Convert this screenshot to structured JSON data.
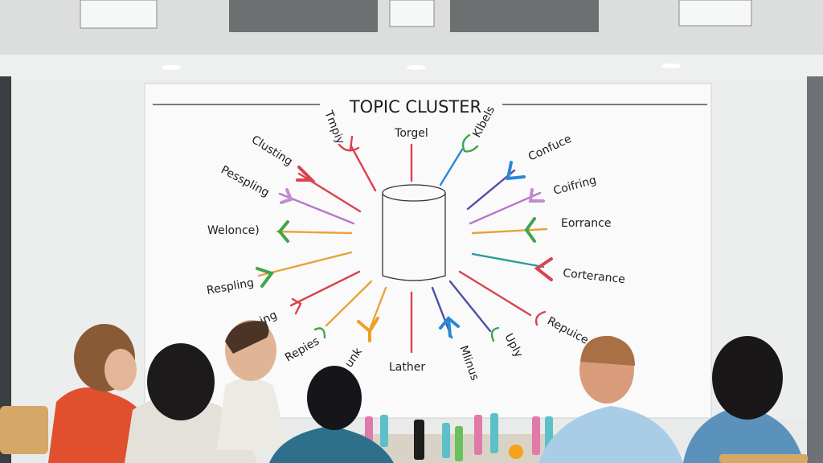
{
  "whiteboard": {
    "title": "TOPIC CLUSTER",
    "labels": {
      "top_center": "Torgel",
      "top_left": "Tmpiy",
      "top_right": "Klbels",
      "left_1": "Clusting",
      "left_2": "Pesspling",
      "left_3": "Welonce)",
      "left_4": "Respling",
      "left_5": "ing",
      "bottom_1": "Repies",
      "bottom_2": "unk",
      "bottom_center": "Lather",
      "bottom_3": "Mlinus",
      "bottom_4": "Uply",
      "right_5": "Repuice",
      "right_4": "Corterance",
      "right_3": "Eorrance",
      "right_2": "Coifring",
      "right_1": "Confuce"
    }
  }
}
